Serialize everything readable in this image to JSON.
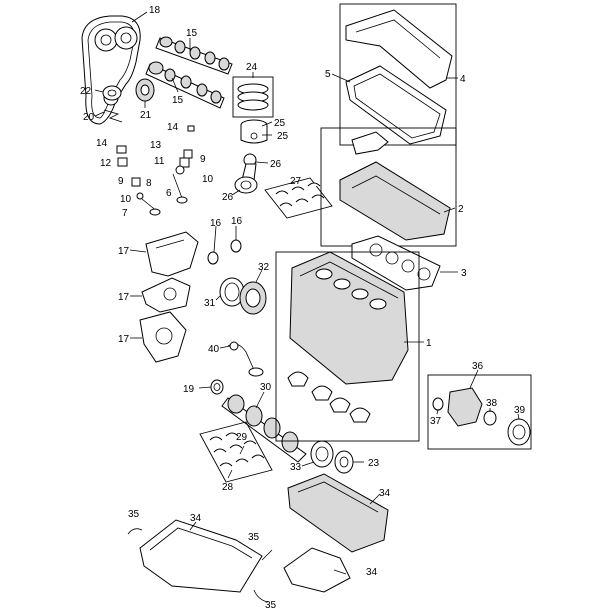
{
  "callouts": {
    "c1": "1",
    "c2": "2",
    "c3": "3",
    "c4": "4",
    "c5": "5",
    "c6": "6",
    "c7": "7",
    "c8": "8",
    "c9a": "9",
    "c9b": "9",
    "c10a": "10",
    "c10b": "10",
    "c11": "11",
    "c12": "12",
    "c13": "13",
    "c14a": "14",
    "c14b": "14",
    "c15a": "15",
    "c15b": "15",
    "c16a": "16",
    "c16b": "16",
    "c17a": "17",
    "c17b": "17",
    "c17c": "17",
    "c18": "18",
    "c19": "19",
    "c20": "20",
    "c21": "21",
    "c22": "22",
    "c23": "23",
    "c24": "24",
    "c25a": "25",
    "c25b": "25",
    "c26a": "26",
    "c26b": "26",
    "c27": "27",
    "c28": "28",
    "c29": "29",
    "c30": "30",
    "c31": "31",
    "c32": "32",
    "c33": "33",
    "c34a": "34",
    "c34b": "34",
    "c34c": "34",
    "c35a": "35",
    "c35b": "35",
    "c35c": "35",
    "c36": "36",
    "c37": "37",
    "c38": "38",
    "c39": "39",
    "c40": "40"
  }
}
